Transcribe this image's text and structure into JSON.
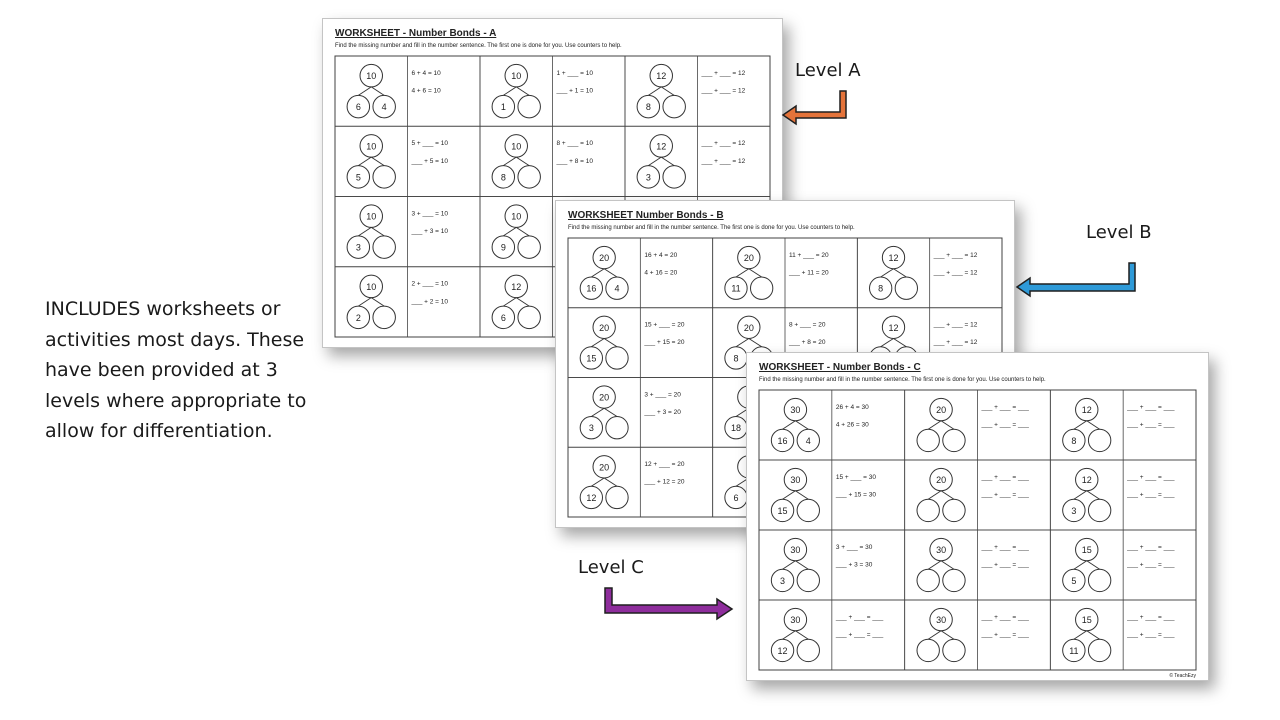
{
  "intro_text": "INCLUDES worksheets or activities most days. These have been provided at 3 levels where appropriate to allow for differentiation.",
  "levels": {
    "a": {
      "label": "Level A",
      "arrow_color": "#e4733a"
    },
    "b": {
      "label": "Level B",
      "arrow_color": "#2e9ad8"
    },
    "c": {
      "label": "Level C",
      "arrow_color": "#8e2d9c"
    }
  },
  "worksheets": {
    "a": {
      "title": "WORKSHEET - Number Bonds - A",
      "instructions": "Find the missing number and fill in the number sentence. The first one is done for you. Use counters to help.",
      "cells": [
        [
          {
            "whole": "10",
            "left": "6",
            "right": "4",
            "s1": "6 + 4 = 10",
            "s2": "4 + 6 = 10"
          },
          {
            "whole": "10",
            "left": "1",
            "right": "",
            "s1": "1 + ___ = 10",
            "s2": "___ + 1 = 10"
          },
          {
            "whole": "12",
            "left": "8",
            "right": "",
            "s1": "___ + ___ = 12",
            "s2": "___ + ___ = 12"
          }
        ],
        [
          {
            "whole": "10",
            "left": "5",
            "right": "",
            "s1": "5 + ___ = 10",
            "s2": "___ + 5 = 10"
          },
          {
            "whole": "10",
            "left": "8",
            "right": "",
            "s1": "8 + ___ = 10",
            "s2": "___ + 8 = 10"
          },
          {
            "whole": "12",
            "left": "3",
            "right": "",
            "s1": "___ + ___ = 12",
            "s2": "___ + ___ = 12"
          }
        ],
        [
          {
            "whole": "10",
            "left": "3",
            "right": "",
            "s1": "3 + ___ = 10",
            "s2": "___ + 3 = 10"
          },
          {
            "whole": "10",
            "left": "9",
            "right": "",
            "s1": "",
            "s2": ""
          },
          {
            "whole": "",
            "left": "",
            "right": "",
            "s1": "",
            "s2": ""
          }
        ],
        [
          {
            "whole": "10",
            "left": "2",
            "right": "",
            "s1": "2 + ___ = 10",
            "s2": "___ + 2 = 10"
          },
          {
            "whole": "12",
            "left": "6",
            "right": "",
            "s1": "",
            "s2": ""
          },
          {
            "whole": "",
            "left": "",
            "right": "",
            "s1": "",
            "s2": ""
          }
        ]
      ]
    },
    "b": {
      "title": "WORKSHEET Number Bonds - B",
      "instructions": "Find the missing number and fill in the number sentence. The first one is done for you. Use counters to help.",
      "cells": [
        [
          {
            "whole": "20",
            "left": "16",
            "right": "4",
            "s1": "16 + 4 = 20",
            "s2": "4 + 16 = 20"
          },
          {
            "whole": "20",
            "left": "11",
            "right": "",
            "s1": "11 + ___ = 20",
            "s2": "___ + 11 = 20"
          },
          {
            "whole": "12",
            "left": "8",
            "right": "",
            "s1": "___ + ___ = 12",
            "s2": "___ + ___ = 12"
          }
        ],
        [
          {
            "whole": "20",
            "left": "15",
            "right": "",
            "s1": "15 + ___ = 20",
            "s2": "___ + 15 = 20"
          },
          {
            "whole": "20",
            "left": "8",
            "right": "",
            "s1": "8 + ___ = 20",
            "s2": "___ + 8 = 20"
          },
          {
            "whole": "12",
            "left": "",
            "right": "",
            "s1": "___ + ___ = 12",
            "s2": "___ + ___ = 12"
          }
        ],
        [
          {
            "whole": "20",
            "left": "3",
            "right": "",
            "s1": "3 + ___ = 20",
            "s2": "___ + 3 = 20"
          },
          {
            "whole": "",
            "left": "18",
            "right": "",
            "s1": "",
            "s2": ""
          },
          {
            "whole": "",
            "left": "",
            "right": "",
            "s1": "",
            "s2": ""
          }
        ],
        [
          {
            "whole": "20",
            "left": "12",
            "right": "",
            "s1": "12 + ___ = 20",
            "s2": "___ + 12 = 20"
          },
          {
            "whole": "",
            "left": "6",
            "right": "",
            "s1": "",
            "s2": ""
          },
          {
            "whole": "",
            "left": "",
            "right": "",
            "s1": "",
            "s2": ""
          }
        ]
      ]
    },
    "c": {
      "title": "WORKSHEET - Number Bonds - C",
      "instructions": "Find the missing number and fill in the number sentence. The first one is done for you. Use counters to help.",
      "credit": "© TeachEzy",
      "cells": [
        [
          {
            "whole": "30",
            "left": "16",
            "right": "4",
            "s1": "26 + 4 = 30",
            "s2": "4 + 26 = 30"
          },
          {
            "whole": "20",
            "left": "",
            "right": "",
            "s1": "___ + ___ = ___",
            "s2": "___ + ___ = ___"
          },
          {
            "whole": "12",
            "left": "8",
            "right": "",
            "s1": "___ + ___ = ___",
            "s2": "___ + ___ = ___"
          }
        ],
        [
          {
            "whole": "30",
            "left": "15",
            "right": "",
            "s1": "15 + ___ = 30",
            "s2": "___ + 15 = 30"
          },
          {
            "whole": "20",
            "left": "",
            "right": "",
            "s1": "___ + ___ = ___",
            "s2": "___ + ___ = ___"
          },
          {
            "whole": "12",
            "left": "3",
            "right": "",
            "s1": "___ + ___ = ___",
            "s2": "___ + ___ = ___"
          }
        ],
        [
          {
            "whole": "30",
            "left": "3",
            "right": "",
            "s1": "3 + ___ = 30",
            "s2": "___ + 3 = 30"
          },
          {
            "whole": "30",
            "left": "",
            "right": "",
            "s1": "___ + ___ = ___",
            "s2": "___ + ___ = ___"
          },
          {
            "whole": "15",
            "left": "5",
            "right": "",
            "s1": "___ + ___ = ___",
            "s2": "___ + ___ = ___"
          }
        ],
        [
          {
            "whole": "30",
            "left": "12",
            "right": "",
            "s1": "___ + ___ = ___",
            "s2": "___ + ___ = ___"
          },
          {
            "whole": "30",
            "left": "",
            "right": "",
            "s1": "___ + ___ = ___",
            "s2": "___ + ___ = ___"
          },
          {
            "whole": "15",
            "left": "11",
            "right": "",
            "s1": "___ + ___ = ___",
            "s2": "___ + ___ = ___"
          }
        ]
      ]
    }
  }
}
